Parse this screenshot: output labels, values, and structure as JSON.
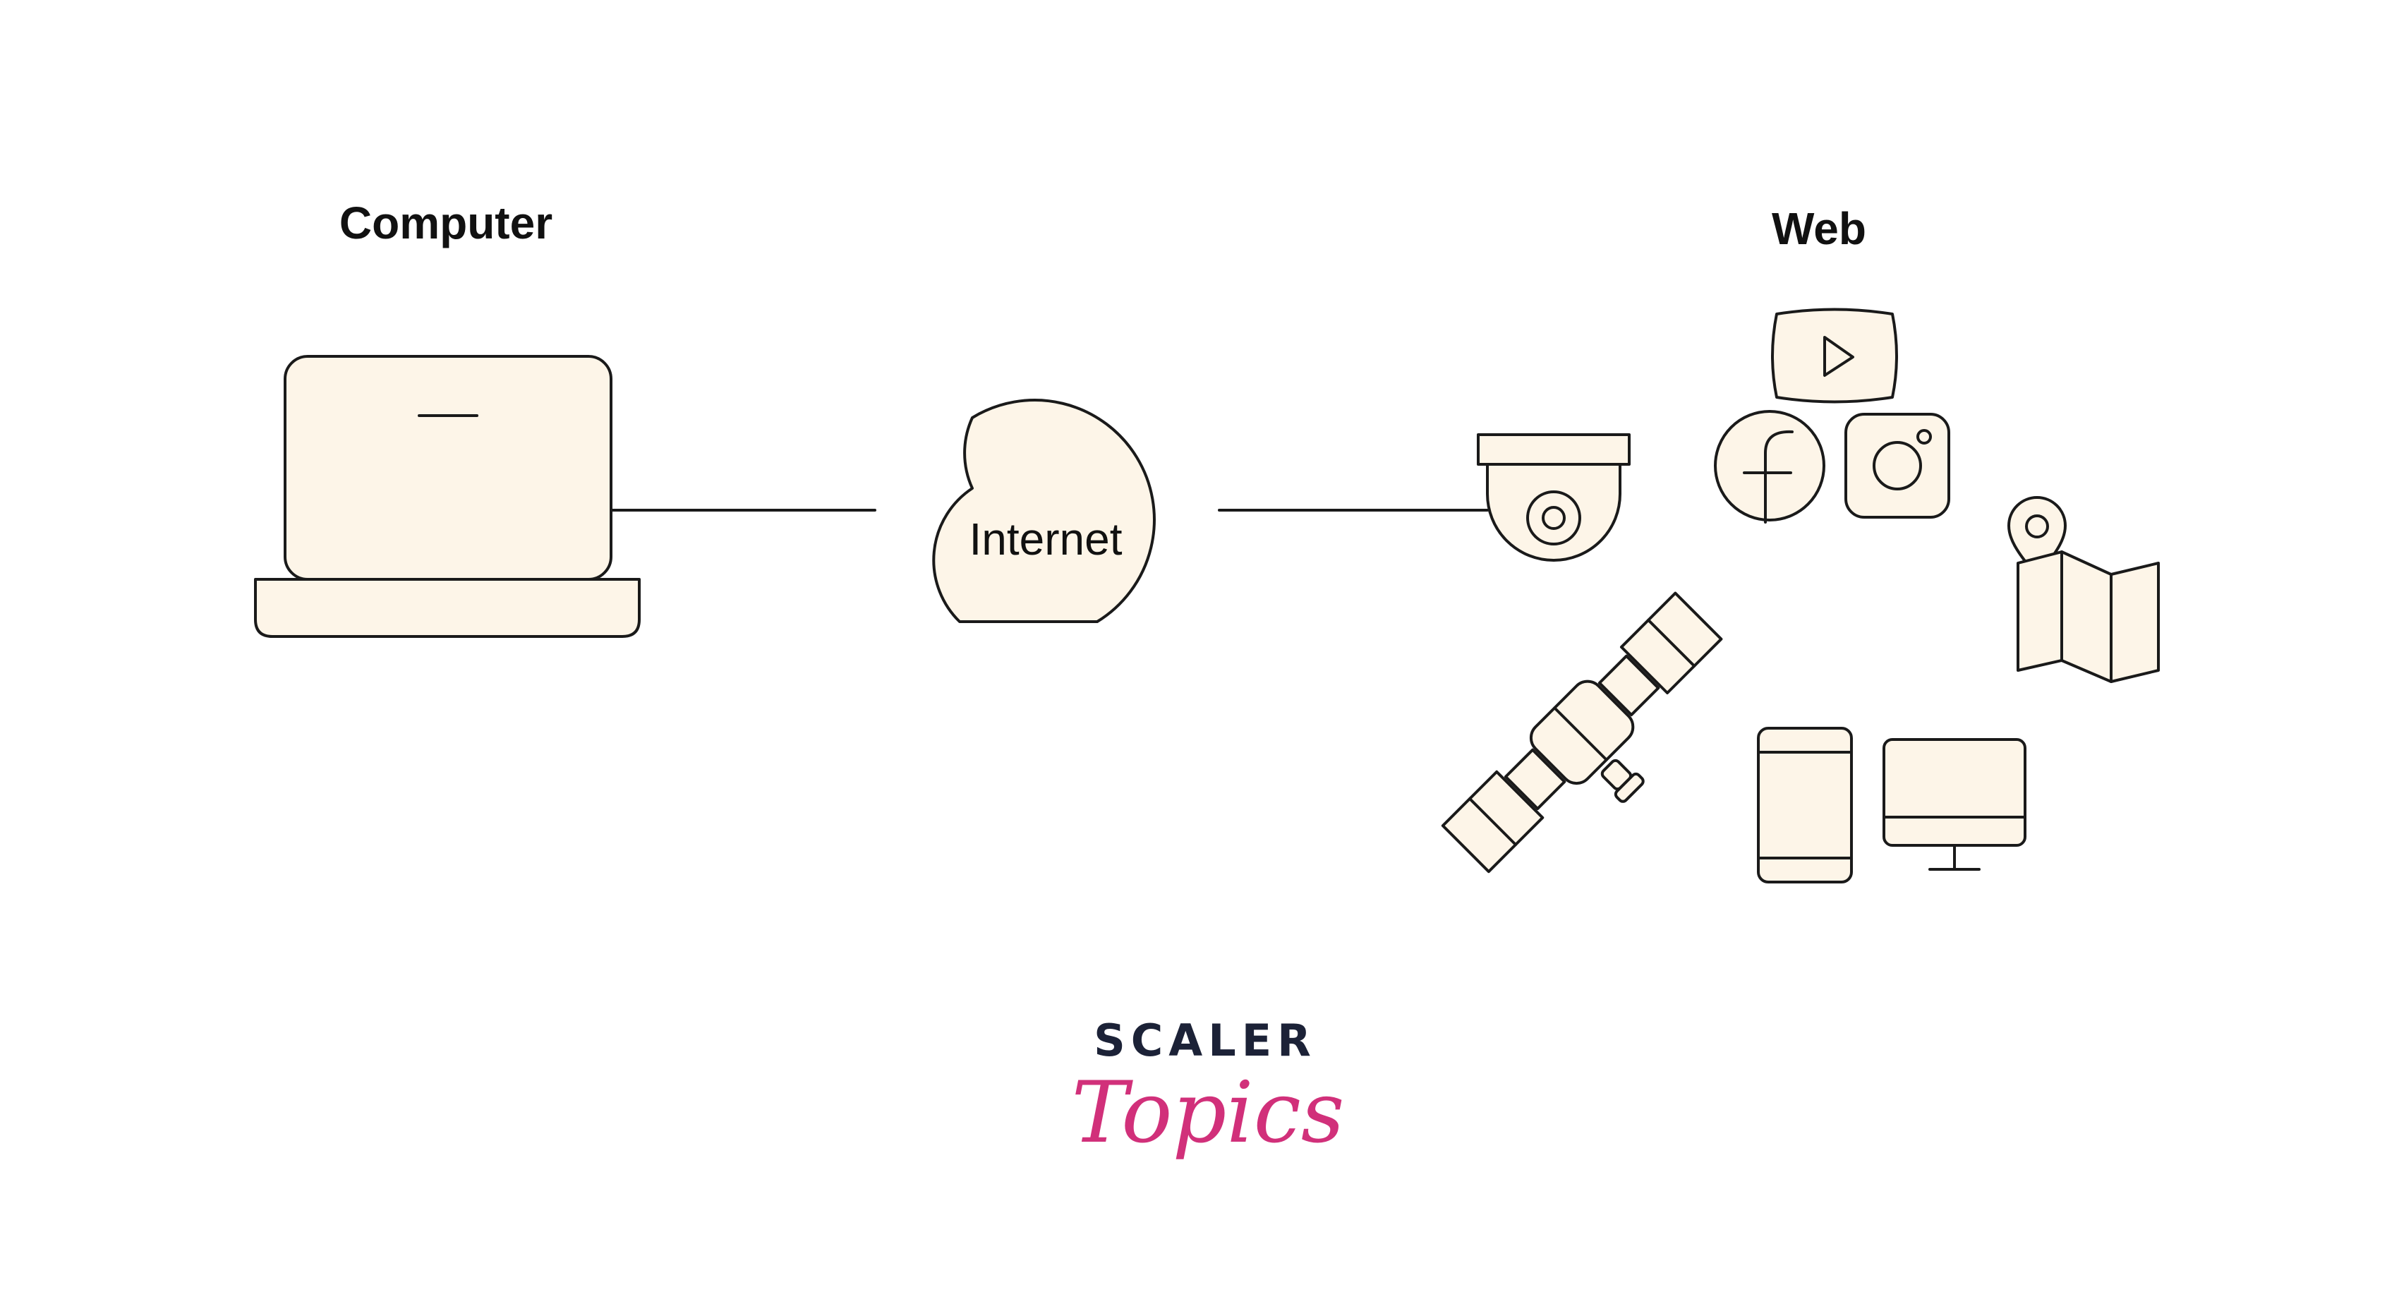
{
  "diagram": {
    "computer_label": "Computer",
    "web_label": "Web",
    "cloud_label": "Internet"
  },
  "logo": {
    "line1": "SCALER",
    "line2": "Topics"
  },
  "colors": {
    "fill": "#fdf5e8",
    "stroke": "#1a1a1a",
    "brand_dark": "#1c2237",
    "brand_pink": "#d1307a"
  },
  "icons": [
    "laptop-icon",
    "cloud-icon",
    "security-camera-icon",
    "video-play-icon",
    "facebook-icon",
    "instagram-icon",
    "map-pin-icon",
    "folded-map-icon",
    "satellite-icon",
    "smartphone-icon",
    "desktop-monitor-icon"
  ]
}
